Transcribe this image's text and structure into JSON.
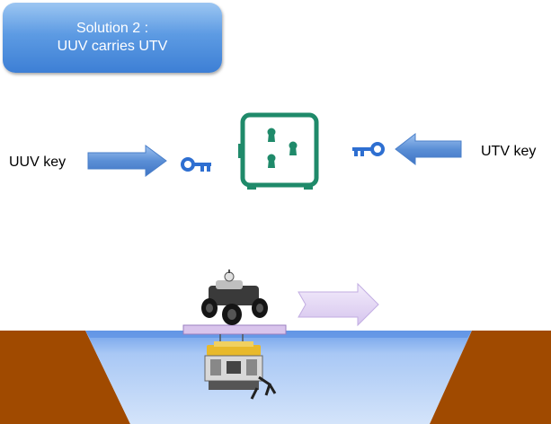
{
  "title": {
    "line1": "Solution 2 :",
    "line2": "UUV carries UTV"
  },
  "labels": {
    "uuv_key": "UUV key",
    "utv_key": "UTV key"
  },
  "icons": [
    "arrow-right-icon",
    "key-icon",
    "safe-icon",
    "key-icon",
    "arrow-left-icon",
    "utv-robot-icon",
    "uuv-robot-icon",
    "arrow-right-outline-icon"
  ],
  "colors": {
    "title_box": "#4a8ad9",
    "arrow": "#5b8fd6",
    "key": "#2e6fd1",
    "safe": "#1f8a6a",
    "ground": "#a04a00",
    "water": "#8fb6f2",
    "platform": "#d9c4ec",
    "move_arrow": "#e2d4f4"
  }
}
